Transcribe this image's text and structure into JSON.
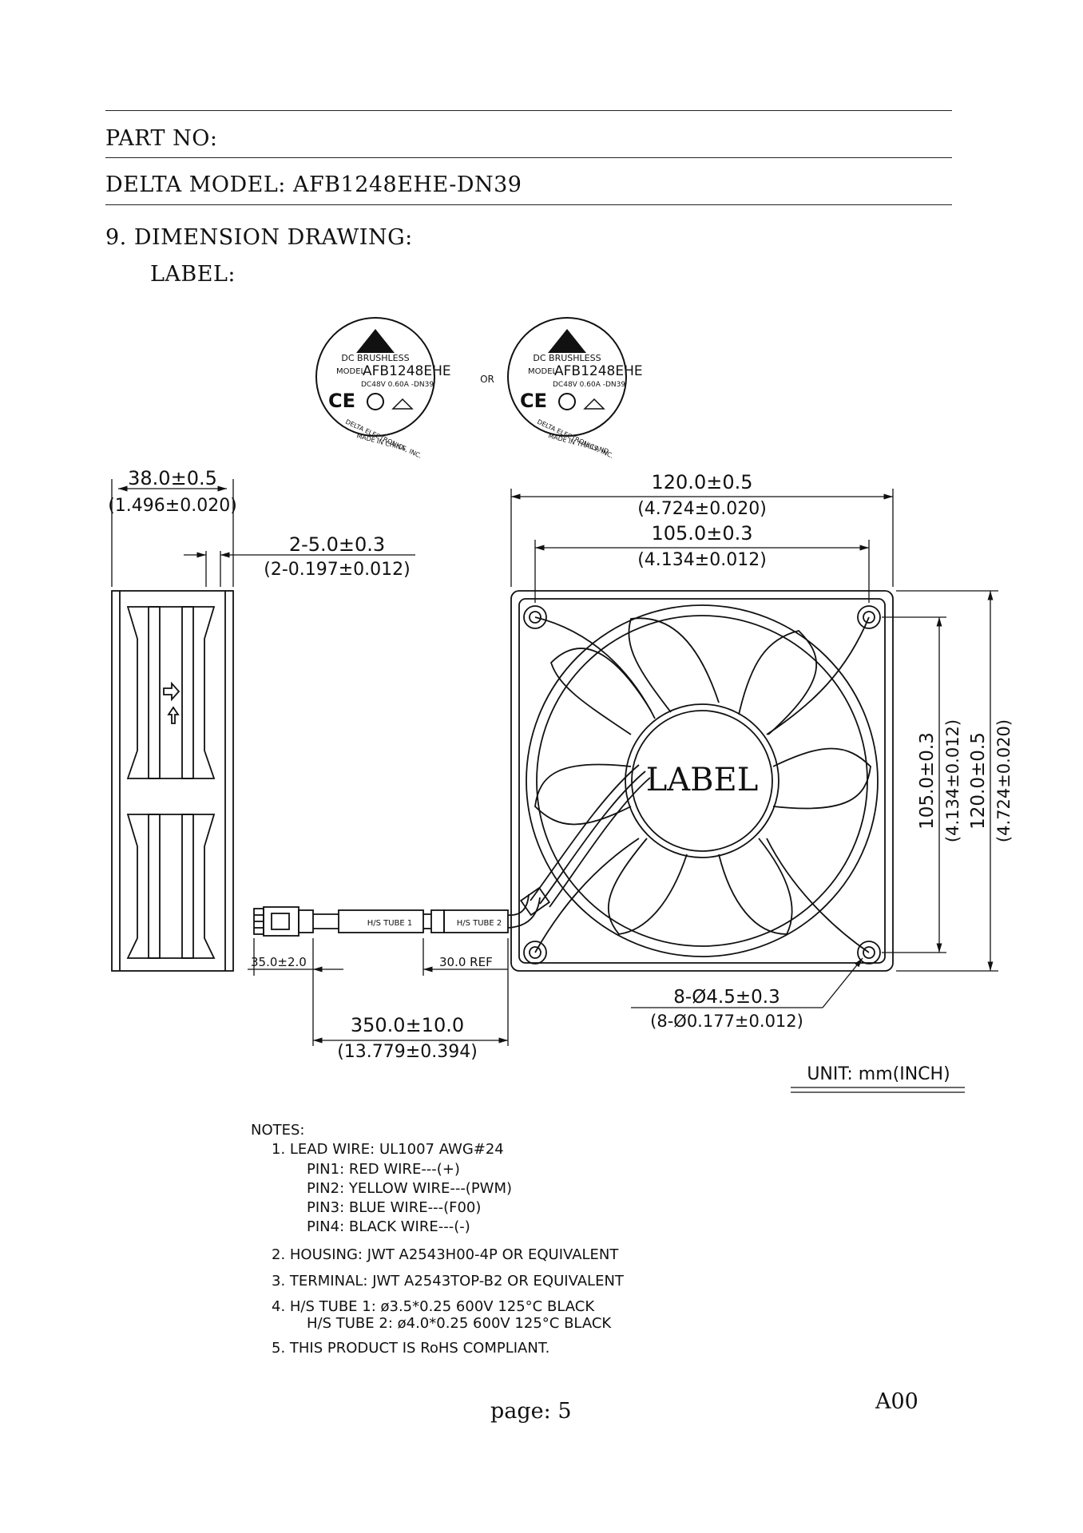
{
  "header": {
    "part_no": "PART NO:",
    "model": "DELTA MODEL: AFB1248EHE-DN39",
    "section": "9. DIMENSION DRAWING:",
    "sub": "LABEL:"
  },
  "labels": {
    "dc": "DC BRUSHLESS",
    "model_key": "MODEL",
    "model": "AFB1248EHE",
    "rating": "DC48V  0.60A   -DN39",
    "ce": "CE",
    "or": "OR",
    "maker_left": "DELTA ELECTRONICS, INC.",
    "made_china": "MADE IN CHINA",
    "made_thai": "MADE IN THAILAND"
  },
  "dims": {
    "depth": "38.0±0.5",
    "depth_in": "(1.496±0.020)",
    "rib": "2-5.0±0.3",
    "rib_in": "(2-0.197±0.012)",
    "width": "120.0±0.5",
    "width_in": "(4.724±0.020)",
    "hole": "105.0±0.3",
    "hole_in": "(4.134±0.012)",
    "v_hole": "105.0±0.3",
    "v_hole_in": "(4.134±0.012)",
    "v_width": "120.0±0.5",
    "v_width_in": "(4.724±0.020)",
    "mount": "8-Ø4.5±0.3",
    "mount_in": "(8-Ø0.177±0.012)",
    "strip": "35.0±2.0",
    "ref": "30.0 REF",
    "wire": "350.0±10.0",
    "wire_in": "(13.779±0.394)",
    "tube1": "H/S TUBE 1",
    "tube2": "H/S TUBE 2",
    "center_label": "LABEL",
    "unit": "UNIT:  mm(INCH)"
  },
  "notes": {
    "title": "NOTES:",
    "n1": "1.  LEAD  WIRE:  UL1007  AWG#24",
    "p1": "PIN1:  RED  WIRE---(+)",
    "p2": "PIN2:  YELLOW  WIRE---(PWM)",
    "p3": "PIN3:  BLUE  WIRE---(F00)",
    "p4": "PIN4:  BLACK  WIRE---(-)",
    "n2": "2.  HOUSING:  JWT  A2543H00-4P  OR  EQUIVALENT",
    "n3": "3.  TERMINAL:  JWT  A2543TOP-B2  OR  EQUIVALENT",
    "n4a": "4.  H/S  TUBE  1:  ø3.5*0.25  600V  125°C  BLACK",
    "n4b": "H/S  TUBE  2:  ø4.0*0.25  600V  125°C  BLACK",
    "n5": "5.  THIS  PRODUCT  IS  RoHS  COMPLIANT."
  },
  "footer": {
    "page": "page: 5",
    "rev": "A00"
  }
}
